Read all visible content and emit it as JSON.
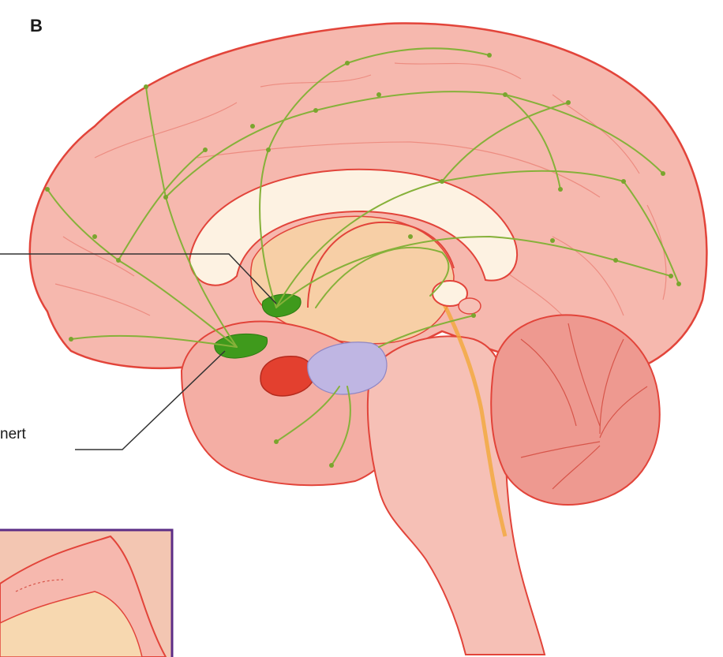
{
  "figure": {
    "panel_letter": "B",
    "labels": {
      "nucleus_basalis": "nert"
    },
    "colors": {
      "cortex": "#f6b8ae",
      "cortex_outline": "#e2443a",
      "callosum": "#fdf2e2",
      "thalamus": "#f7cfa6",
      "fibers": "#86b13a",
      "nucleus": "#3f9a1c",
      "amygdala": "#e3402f",
      "hippocampus": "#bfb6e3",
      "cerebellum": "#ee9990",
      "brainstem": "#f6c0b6",
      "inset_frame": "#5c2d86",
      "leader_line": "#333333"
    },
    "structures": [
      "cerebral-cortex",
      "corpus-callosum",
      "thalamus",
      "septal-nucleus",
      "nucleus-basalis",
      "amygdala",
      "hippocampus",
      "cerebellum",
      "brainstem",
      "inset-detail"
    ]
  }
}
